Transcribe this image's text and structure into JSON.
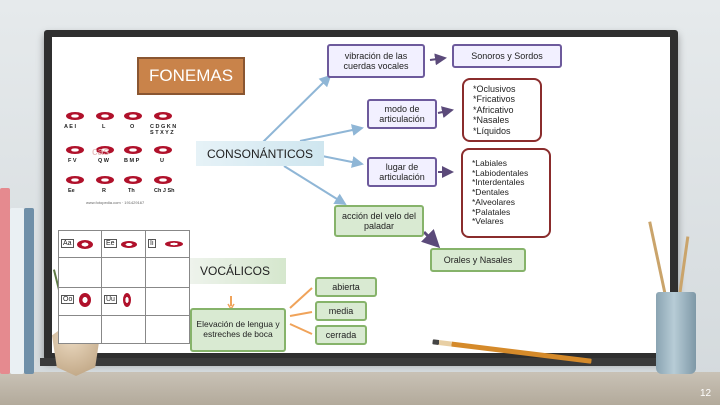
{
  "title": "FONEMAS",
  "branches": {
    "consonanticos": "CONSONÁNTICOS",
    "vocalicos": "VOCÁLICOS"
  },
  "consonant_nodes": {
    "vibracion": "vibración de las cuerdas vocales",
    "modo": "modo de articulación",
    "lugar": "lugar de articulación",
    "accion": "acción del velo del paladar"
  },
  "consonant_results": {
    "sonoros": "Sonoros y Sordos",
    "modo_list": [
      "*Oclusivos",
      "*Fricativos",
      "*Africativo",
      "*Nasales",
      "*Líquidos"
    ],
    "lugar_list": [
      "*Labiales",
      "*Labiodentales",
      "*Interdentales",
      "*Dentales",
      "*Alveolares",
      "*Palatales",
      "*Velares"
    ],
    "orales": "Orales y Nasales"
  },
  "vowel_nodes": {
    "elevacion": "Elevación de lengua y estreches de boca",
    "abierta": "abierta",
    "media": "media",
    "cerrada": "cerrada"
  },
  "lips_chart": {
    "labels_row1": [
      "A E I",
      "L",
      "O",
      "C D G K N S T X Y Z"
    ],
    "labels_row2": [
      "F V",
      "Q W",
      "B M P",
      "U"
    ],
    "labels_row3": [
      "Ee",
      "R",
      "Th",
      "Ch J Sh"
    ],
    "watermark": "cas",
    "url": "www.fotopedia.com · 191429167"
  },
  "vowel_grid": {
    "cells": [
      "Aa",
      "Ee",
      "Ii",
      "Oo",
      "Uu"
    ]
  },
  "page_number": "12",
  "colors": {
    "fonemas_fill": "#c9834a",
    "purple_border": "#6d5a9c",
    "green_border": "#86b36a",
    "dark_red_border": "#8a2c2c",
    "connector_blue": "#8fb6d6",
    "connector_orange": "#f0a35a"
  }
}
